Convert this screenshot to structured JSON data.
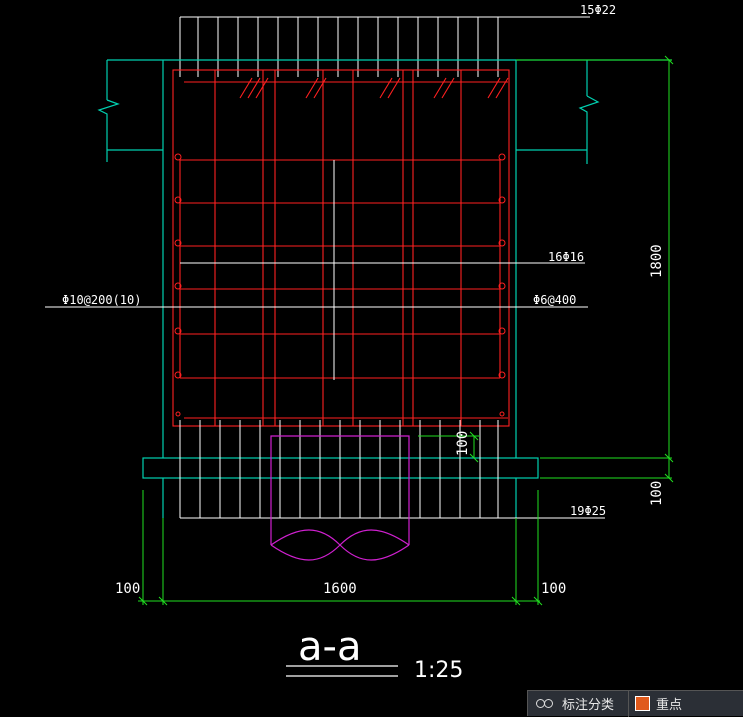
{
  "labels": {
    "top_rebar": "15Φ22",
    "mid_rebar": "16Φ16",
    "stirrup_left": "Φ10@200(10)",
    "tie_right": "Φ6@400",
    "bottom_rebar": "19Φ25",
    "height_dim": "1800",
    "cover_top_dim": "100",
    "cover_bottom_dim": "100",
    "width_left_dim": "100",
    "width_main_dim": "1600",
    "width_right_dim": "100"
  },
  "section": {
    "title": "a-a",
    "scale": "1:25"
  },
  "statusbar": {
    "classify_label": "标注分类",
    "point_label": "重点"
  },
  "colors": {
    "background": "#000000",
    "rebar": "#ff2020",
    "outline": "#00d0b0",
    "dimension": "#20e020",
    "pile": "#d020d0",
    "leader": "#ffffff"
  }
}
